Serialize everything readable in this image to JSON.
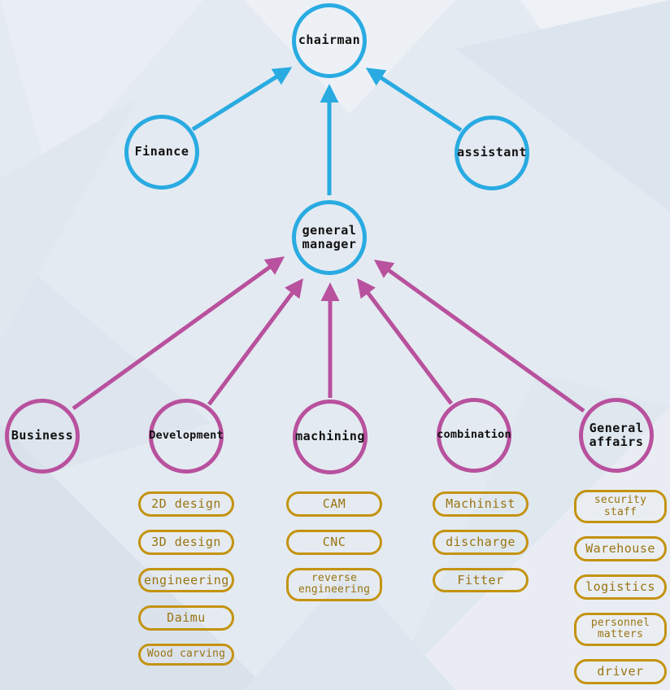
{
  "diagram": {
    "type": "org-chart",
    "colors": {
      "cyan": "#29abe2",
      "magenta": "#b8519e",
      "gold": "#c49310",
      "gold_text": "#9a7410"
    },
    "nodes": {
      "chairman": "chairman",
      "finance": "Finance",
      "assistant": "assistant",
      "general_manager": "general\nmanager",
      "business": "Business",
      "development": "Development",
      "machining": "machining",
      "combination": "combination",
      "general_affairs": "General\naffairs"
    },
    "lists": {
      "development": [
        "2D design",
        "3D design",
        "engineering",
        "Daimu",
        "Wood carving"
      ],
      "machining": [
        "CAM",
        "CNC",
        "reverse\nengineering"
      ],
      "combination": [
        "Machinist",
        "discharge",
        "Fitter"
      ],
      "general_affairs": [
        "security\nstaff",
        "Warehouse",
        "logistics",
        "personnel\nmatters",
        "driver"
      ]
    },
    "edges": [
      {
        "from": "finance",
        "to": "chairman",
        "color": "cyan"
      },
      {
        "from": "general_manager",
        "to": "chairman",
        "color": "cyan"
      },
      {
        "from": "assistant",
        "to": "chairman",
        "color": "cyan"
      },
      {
        "from": "business",
        "to": "general_manager",
        "color": "magenta"
      },
      {
        "from": "development",
        "to": "general_manager",
        "color": "magenta"
      },
      {
        "from": "machining",
        "to": "general_manager",
        "color": "magenta"
      },
      {
        "from": "combination",
        "to": "general_manager",
        "color": "magenta"
      },
      {
        "from": "general_affairs",
        "to": "general_manager",
        "color": "magenta"
      }
    ]
  }
}
